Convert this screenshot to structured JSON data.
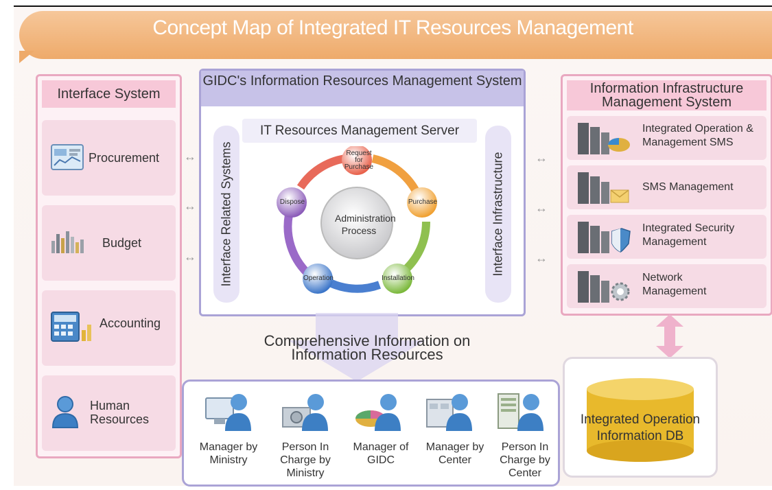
{
  "title": "Concept Map of Integrated IT Resources Management",
  "interface_system": {
    "heading": "Interface System",
    "items": [
      {
        "label": "Procurement",
        "icon": "procurement-icon"
      },
      {
        "label": "Budget",
        "icon": "budget-chart-icon"
      },
      {
        "label": "Accounting",
        "icon": "calculator-icon"
      },
      {
        "label": "Human Resources",
        "icon": "person-icon"
      }
    ]
  },
  "gidc": {
    "heading": "GIDC's Information Resources Management System",
    "server": "IT Resources Management Server",
    "left_bar": "Interface Related Systems",
    "right_bar": "Interface Infrastructure",
    "center_label": "Administration Process",
    "cycle": [
      "Request for Purchase",
      "Purchase",
      "Installation",
      "Operation",
      "Dispose"
    ]
  },
  "comprehensive": "Comprehensive Information on Information Resources",
  "roles": [
    {
      "label": "Manager by Ministry",
      "icon": "monitor-person-icon"
    },
    {
      "label": "Person In Charge by Ministry",
      "icon": "gear-person-icon"
    },
    {
      "label": "Manager of GIDC",
      "icon": "pie-person-icon"
    },
    {
      "label": "Manager by Center",
      "icon": "server-person-icon"
    },
    {
      "label": "Person In Charge by Center",
      "icon": "rack-person-icon"
    }
  ],
  "infra": {
    "heading": "Information Infrastructure Management System",
    "items": [
      {
        "label": "Integrated Operation & Management SMS",
        "icon": "server-pie-icon"
      },
      {
        "label": "SMS Management",
        "icon": "server-envelope-icon"
      },
      {
        "label": "Integrated Security Management",
        "icon": "server-shield-icon"
      },
      {
        "label": "Network Management",
        "icon": "server-gear-icon"
      }
    ]
  },
  "db": "Integrated Operation Information DB",
  "colors": {
    "banner": "#eeaa6a",
    "pink_border": "#e9a8c0",
    "purple_border": "#aaa3d6",
    "db_gold": "#e8b92c"
  }
}
